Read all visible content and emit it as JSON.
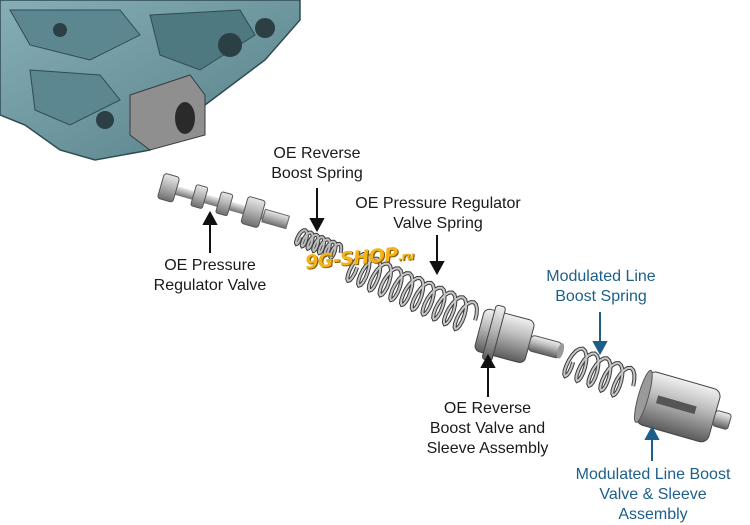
{
  "labels": {
    "oe_reverse_boost_spring": [
      "OE Reverse",
      "Boost Spring"
    ],
    "oe_pressure_regulator_valve_spring": [
      "OE Pressure Regulator",
      "Valve Spring"
    ],
    "oe_pressure_regulator_valve": [
      "OE Pressure",
      "Regulator Valve"
    ],
    "modulated_line_boost_spring": [
      "Modulated Line",
      "Boost Spring"
    ],
    "oe_reverse_boost_valve_sleeve": [
      "OE Reverse",
      "Boost Valve and",
      "Sleeve Assembly"
    ],
    "modulated_line_boost_valve_sleeve": [
      "Modulated Line Boost",
      "Valve & Sleeve",
      "Assembly"
    ]
  },
  "watermark": {
    "main": "9G-SHOP",
    "suffix": ".ru"
  },
  "colors": {
    "label_black": "#1a1a1a",
    "label_blue": "#1d5f8a",
    "valve_body": "#6f9aa3",
    "metal": "#b8b8b8",
    "watermark": "#f2b418"
  }
}
